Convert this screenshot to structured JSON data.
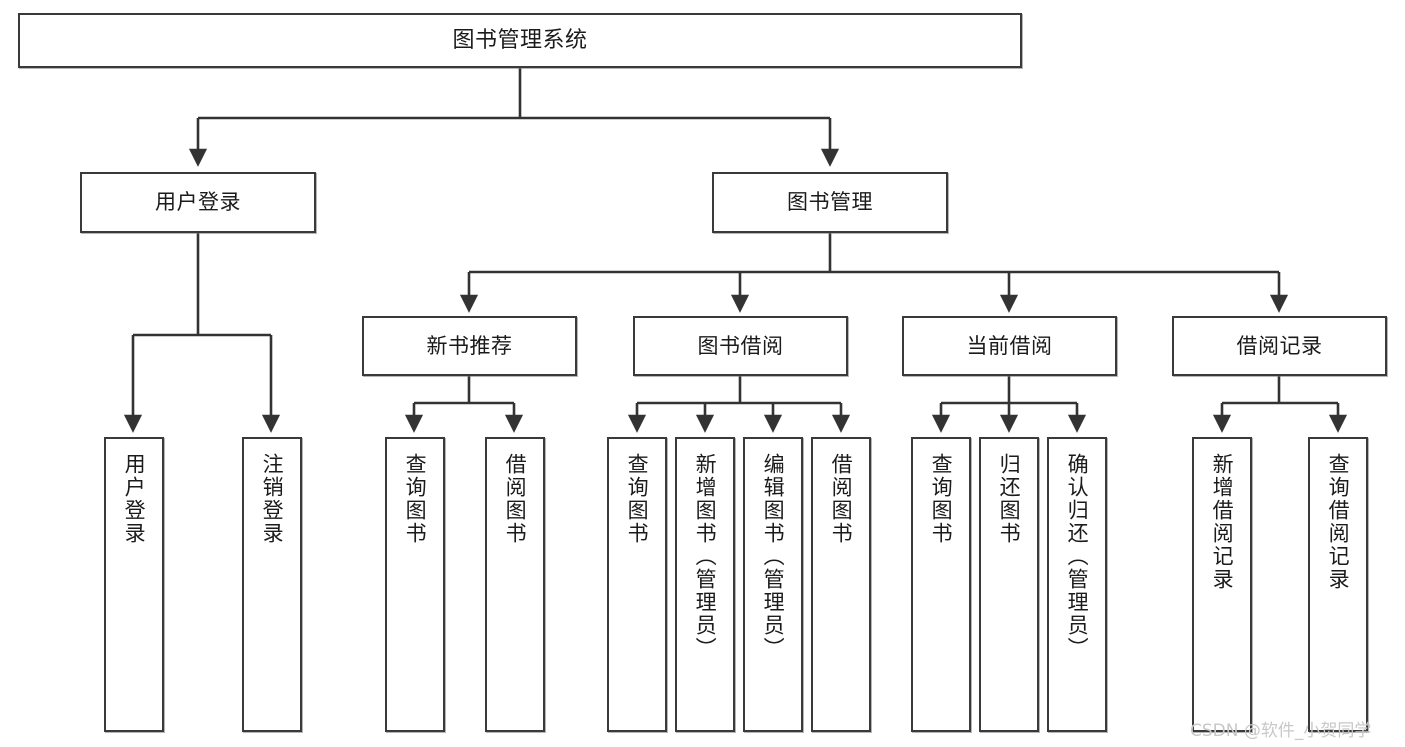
{
  "diagram": {
    "title": "图书管理系统",
    "type": "functional-structure-tree",
    "root": {
      "id": "root",
      "label": "图书管理系统"
    },
    "level2": [
      {
        "id": "user-login",
        "label": "用户登录"
      },
      {
        "id": "book-manage",
        "label": "图书管理"
      }
    ],
    "level3": [
      {
        "id": "new-book-recommend",
        "label": "新书推荐",
        "parent": "book-manage"
      },
      {
        "id": "book-borrow",
        "label": "图书借阅",
        "parent": "book-manage"
      },
      {
        "id": "current-borrow",
        "label": "当前借阅",
        "parent": "book-manage"
      },
      {
        "id": "borrow-record",
        "label": "借阅记录",
        "parent": "book-manage"
      }
    ],
    "leaves": {
      "user_login": [
        {
          "id": "leaf-user-login",
          "label": "用户登录"
        },
        {
          "id": "leaf-logout",
          "label": "注销登录"
        }
      ],
      "new_book_recommend": [
        {
          "id": "leaf-query-book-1",
          "label": "查询图书"
        },
        {
          "id": "leaf-borrow-book-1",
          "label": "借阅图书"
        }
      ],
      "book_borrow": [
        {
          "id": "leaf-query-book-2",
          "label": "查询图书"
        },
        {
          "id": "leaf-add-book",
          "label": "新增图书（管理员）"
        },
        {
          "id": "leaf-edit-book",
          "label": "编辑图书（管理员）"
        },
        {
          "id": "leaf-borrow-book-2",
          "label": "借阅图书"
        }
      ],
      "current_borrow": [
        {
          "id": "leaf-query-book-3",
          "label": "查询图书"
        },
        {
          "id": "leaf-return-book",
          "label": "归还图书"
        },
        {
          "id": "leaf-confirm-return",
          "label": "确认归还（管理员）"
        }
      ],
      "borrow_record": [
        {
          "id": "leaf-add-record",
          "label": "新增借阅记录"
        },
        {
          "id": "leaf-query-record",
          "label": "查询借阅记录"
        }
      ]
    }
  },
  "watermark": {
    "text": "CSDN @软件_小贺同学"
  },
  "colors": {
    "box_border": "#3a3a3a",
    "box_fill": "#ffffff",
    "edge": "#333333",
    "text": "#1b1b1b",
    "watermark": "#c8c8c8",
    "background": "#ffffff"
  }
}
